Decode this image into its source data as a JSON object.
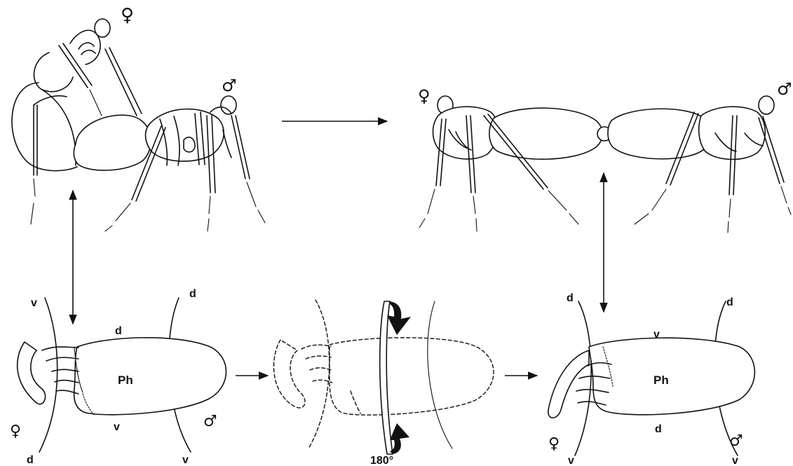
{
  "labels": {
    "female": "♀",
    "male": "♂",
    "dorsal": "d",
    "ventral": "v",
    "phallus": "Ph",
    "rotation": "180°"
  }
}
